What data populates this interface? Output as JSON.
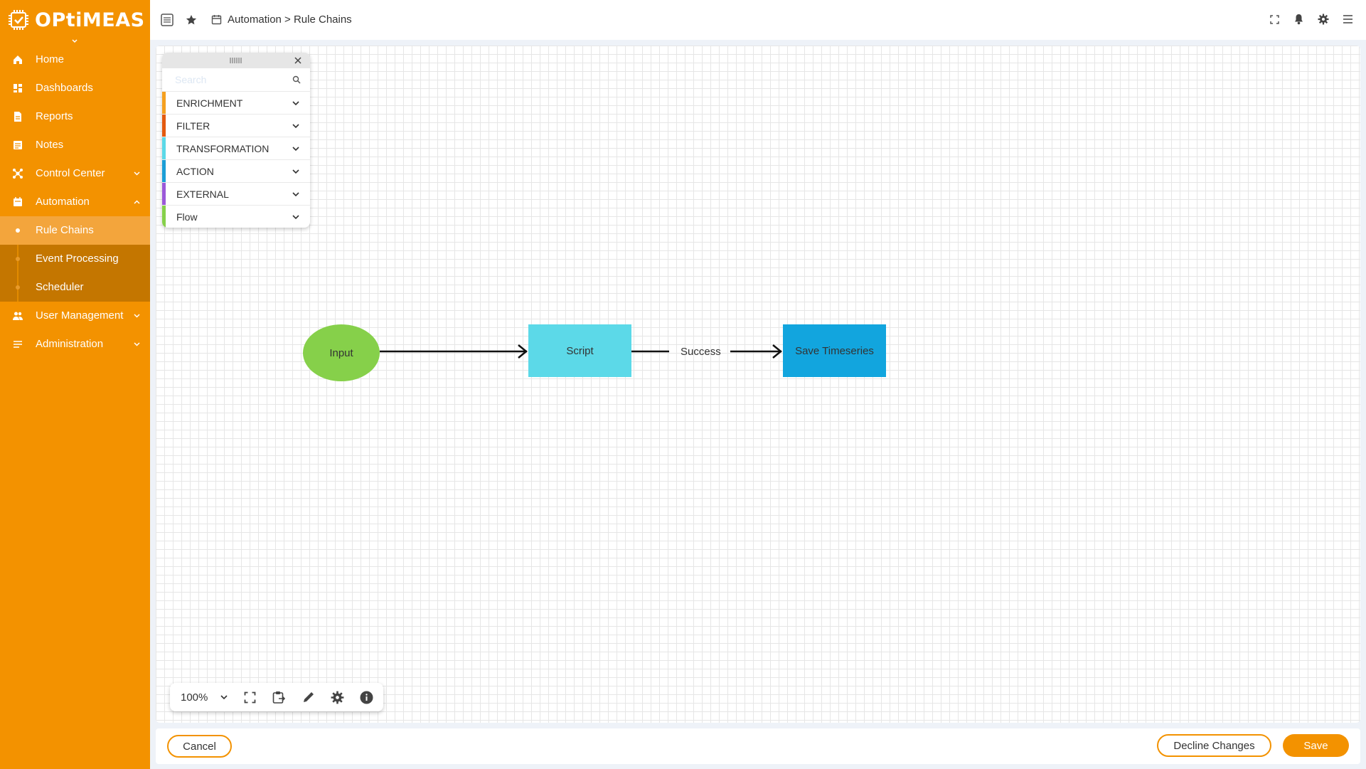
{
  "app": {
    "brand": "OPtiMEAS",
    "accent_color": "#f39200"
  },
  "sidebar": {
    "items": [
      {
        "label": "Home",
        "icon": "home-icon"
      },
      {
        "label": "Dashboards",
        "icon": "dashboard-icon"
      },
      {
        "label": "Reports",
        "icon": "report-icon"
      },
      {
        "label": "Notes",
        "icon": "note-icon"
      },
      {
        "label": "Control Center",
        "icon": "control-center-icon",
        "expandable": true
      },
      {
        "label": "Automation",
        "icon": "calendar-icon",
        "expandable": true,
        "expanded": true
      },
      {
        "label": "User Management",
        "icon": "users-icon",
        "expandable": true
      },
      {
        "label": "Administration",
        "icon": "list-icon",
        "expandable": true
      }
    ],
    "automation_children": [
      {
        "label": "Rule Chains",
        "active": true
      },
      {
        "label": "Event Processing"
      },
      {
        "label": "Scheduler"
      }
    ]
  },
  "topbar": {
    "breadcrumb": "Automation > Rule Chains",
    "icons": [
      "menu-toggle-icon",
      "star-icon",
      "calendar-icon",
      "fullscreen-icon",
      "bell-icon",
      "gear-icon",
      "hamburger-icon"
    ]
  },
  "palette": {
    "search_placeholder": "Search",
    "categories": [
      {
        "label": "ENRICHMENT",
        "color": "#f5a020"
      },
      {
        "label": "FILTER",
        "color": "#e35a0f"
      },
      {
        "label": "TRANSFORMATION",
        "color": "#5cd9e8"
      },
      {
        "label": "ACTION",
        "color": "#1b9ed6"
      },
      {
        "label": "EXTERNAL",
        "color": "#9b59d9"
      },
      {
        "label": "Flow",
        "color": "#86d04a"
      }
    ]
  },
  "rule_chain": {
    "nodes": [
      {
        "label": "Input",
        "color": "#86d04a"
      },
      {
        "label": "Script",
        "color": "#5cd9e8"
      },
      {
        "label": "Save Timeseries",
        "color": "#12a5de"
      }
    ],
    "edge_label": "Success"
  },
  "zoom": {
    "value": "100%",
    "tools": [
      "fullscreen-icon",
      "paste-icon",
      "edit-icon",
      "settings-icon",
      "info-icon"
    ]
  },
  "footer": {
    "cancel_label": "Cancel",
    "decline_label": "Decline Changes",
    "save_label": "Save"
  }
}
